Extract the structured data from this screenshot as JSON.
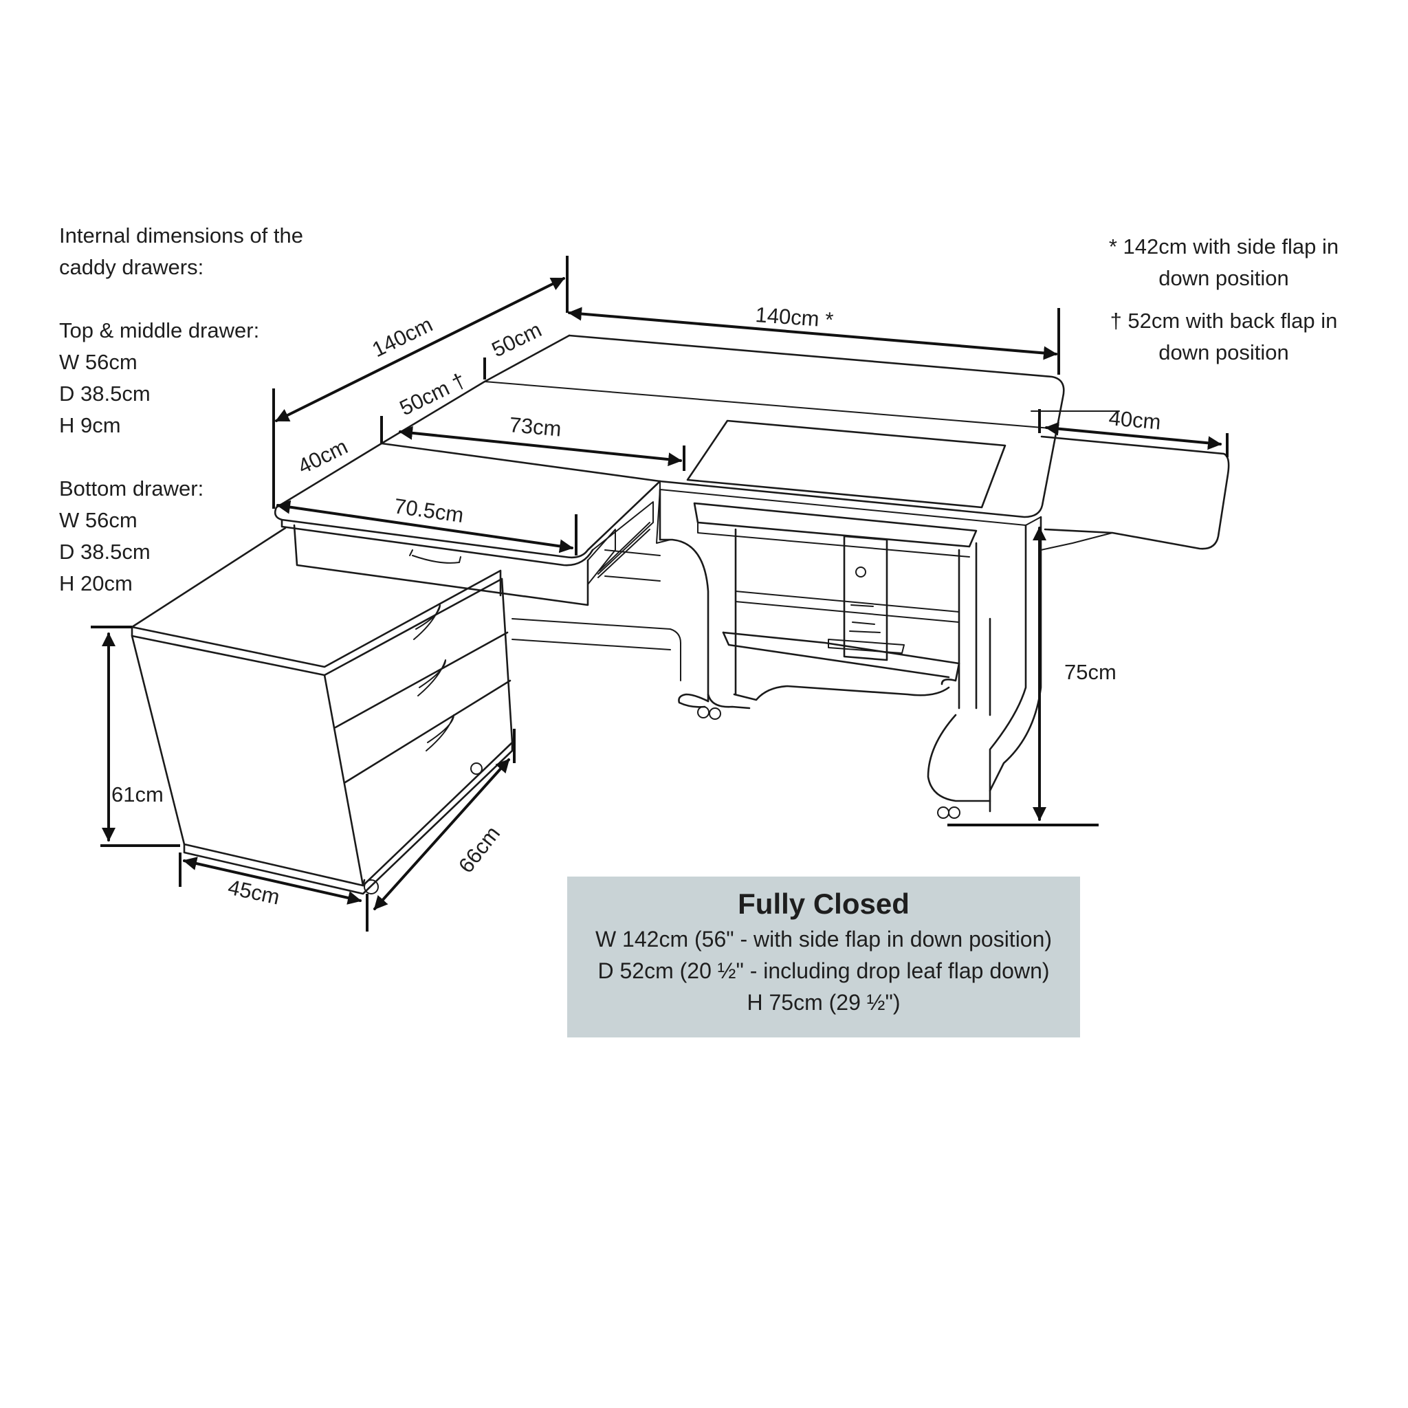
{
  "notes_left": {
    "heading": [
      "Internal dimensions of the",
      "caddy drawers:"
    ],
    "top_middle_title": "Top & middle drawer:",
    "top_middle": [
      "W 56cm",
      "D 38.5cm",
      "H 9cm"
    ],
    "bottom_title": "Bottom drawer:",
    "bottom": [
      "W 56cm",
      "D 38.5cm",
      "H 20cm"
    ]
  },
  "notes_right": {
    "star": [
      "* 142cm with side flap in",
      "down position"
    ],
    "dagger": [
      "† 52cm with back flap in",
      "down position"
    ]
  },
  "dimensions": {
    "length_left": "140cm",
    "back_top": "50cm",
    "back_flap": "50cm †",
    "front_depth": "40cm",
    "extension": "73cm",
    "top_width": "140cm *",
    "side_flap": "40cm",
    "drawer_front": "70.5cm",
    "height": "75cm",
    "caddy_height": "61cm",
    "caddy_width": "45cm",
    "caddy_depth": "66cm"
  },
  "summary": {
    "title": "Fully Closed",
    "lines": [
      "W 142cm (56\" - with side flap in down position)",
      "D 52cm (20 ½\" - including drop leaf flap down)",
      "H 75cm (29 ½\")"
    ]
  }
}
